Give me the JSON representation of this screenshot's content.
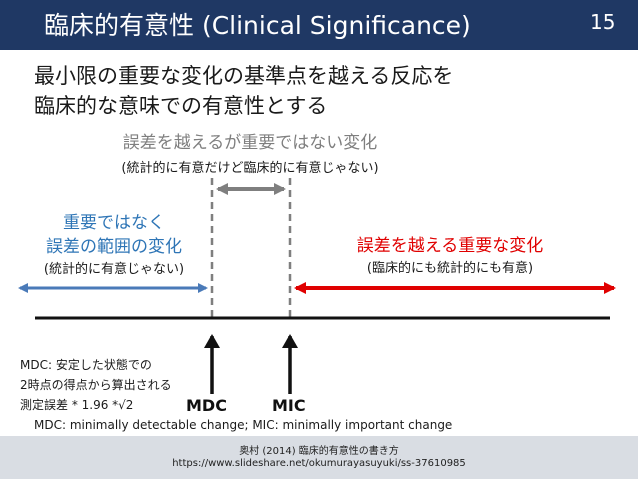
{
  "header": {
    "title": "臨床的有意性 (Clinical Significance)",
    "page_number": "15"
  },
  "lead": {
    "line1": "最小限の重要な変化の基準点を越える反応を",
    "line2": "臨床的な意味での有意性とする"
  },
  "middle_region": {
    "line1": "誤差を越えるが重要ではない変化",
    "line2": "(統計的に有意だけど臨床的に有意じゃない)"
  },
  "left_region": {
    "line1": "重要ではなく",
    "line2": "誤差の範囲の変化",
    "line3": "(統計的に有意じゃない)"
  },
  "right_region": {
    "line1": "誤差を越える重要な変化",
    "line2": "(臨床的にも統計的にも有意)"
  },
  "markers": {
    "mdc": "MDC",
    "mic": "MIC"
  },
  "mdc_note": {
    "line1": "MDC: 安定した状態での",
    "line2": "2時点の得点から算出される",
    "line3": "測定誤差 * 1.96 *√2"
  },
  "definitions": "MDC: minimally detectable change;  MIC: minimally important change",
  "footer": {
    "citation": "奥村 (2014) 臨床的有意性の書き方",
    "url": "https://www.slideshare.net/okumurayasuyuki/ss-37610985"
  },
  "colors": {
    "header_bg": "#1f3864",
    "left_blue": "#4a7ab8",
    "right_red": "#e00000",
    "middle_gray": "#7f7f7f",
    "text_blue": "#2e75b6",
    "text_red": "#e00000"
  }
}
